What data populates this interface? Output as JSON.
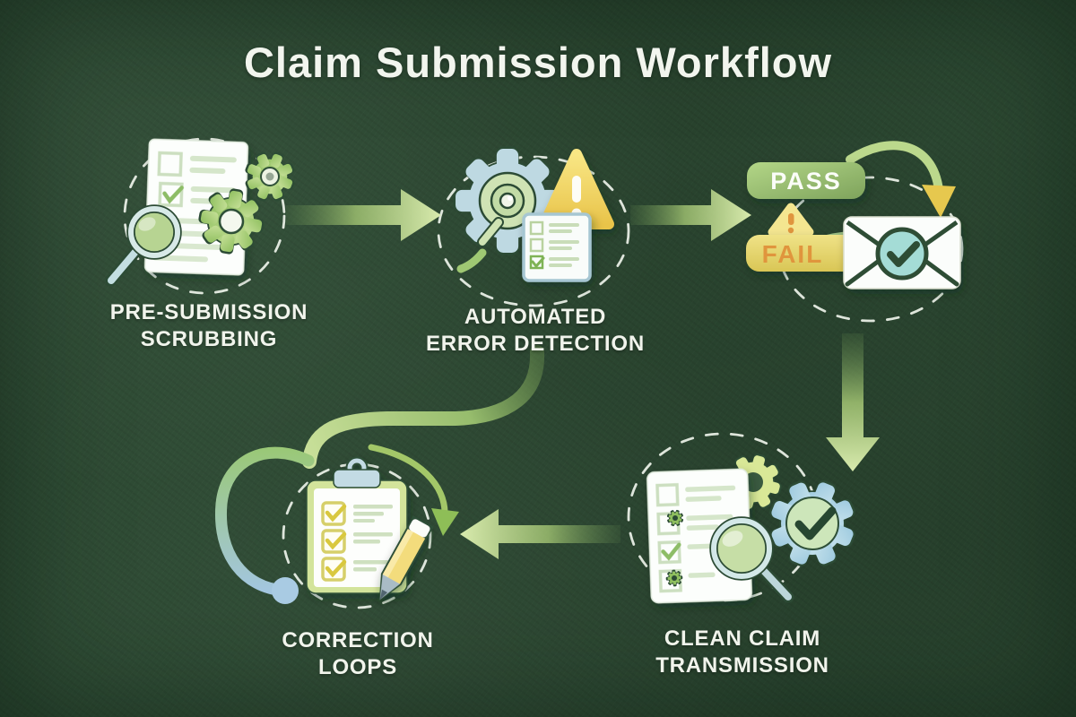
{
  "title": "Claim Submission Workflow",
  "steps": [
    {
      "name": "pre-submission-scrubbing",
      "label": "PRE-SUBMISSION\nSCRUBBING"
    },
    {
      "name": "automated-error-detection",
      "label": "AUTOMATED\nERROR DETECTION"
    },
    {
      "name": "decision-routing",
      "pass_label": "PASS",
      "fail_label": "FAIL"
    },
    {
      "name": "clean-claim-transmission",
      "label": "CLEAN CLAIM\nTRANSMISSION"
    },
    {
      "name": "correction-loops",
      "label": "CORRECTION\nLOOPS"
    }
  ],
  "icons": {
    "step1": "document-gears-magnifier-icon",
    "step2": "gear-magnifier-warning-checklist-icon",
    "step3": "envelope-check-icon",
    "step4": "document-magnifier-gear-check-icon",
    "step5": "clipboard-checklist-pencil-loop-icon"
  },
  "colors": {
    "background": "#2d4a33",
    "text": "#f2f5ee",
    "accent_green": "#a8cc7e",
    "accent_blue": "#a9cbe3",
    "warning_yellow": "#f0d45c",
    "pass_badge_green": "#8fb868",
    "fail_badge_yellow": "#e8d86e",
    "fail_text_orange": "#e0953e",
    "outline_dark_green": "#2c4b35"
  }
}
